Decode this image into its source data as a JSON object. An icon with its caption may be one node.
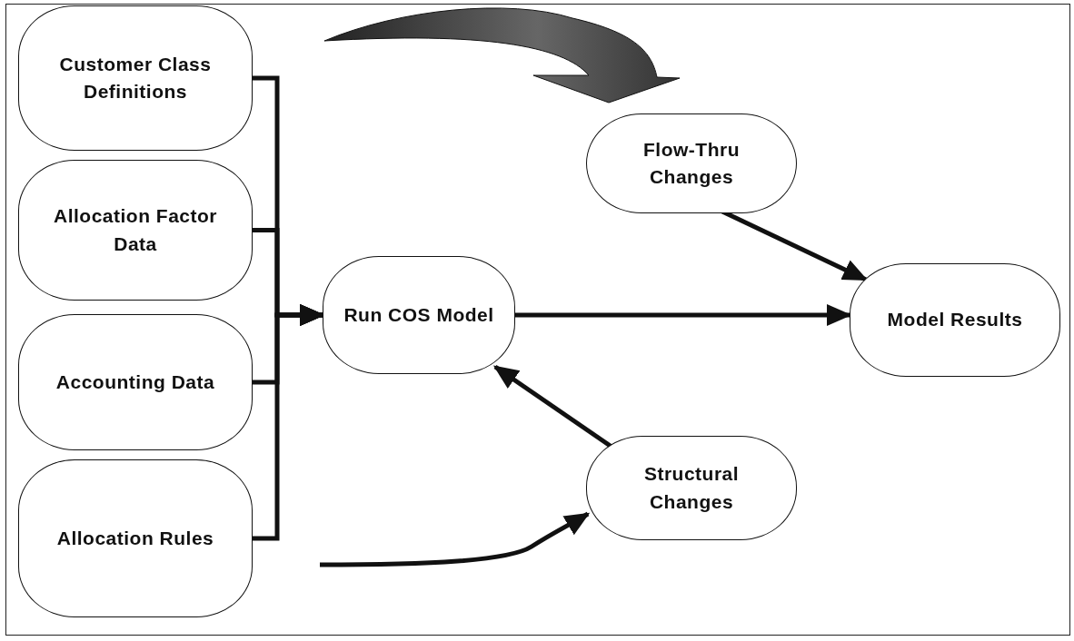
{
  "diagram": {
    "nodes": [
      {
        "text": [
          "Customer Class Definitions"
        ]
      },
      {
        "text": [
          "Allocation Factor Data"
        ]
      },
      {
        "text": [
          "Accounting Data"
        ]
      },
      {
        "text": [
          "Allocation Rules"
        ]
      },
      {
        "text": [
          "Run COS Model"
        ]
      },
      {
        "text": [
          "Flow-Thru Changes"
        ]
      },
      {
        "text": [
          "Model Results"
        ]
      },
      {
        "text": [
          "Structural Changes"
        ]
      }
    ],
    "edges": [
      {
        "from": 0,
        "to": 4,
        "arrow": "to"
      },
      {
        "from": 1,
        "to": 4,
        "arrow": "to"
      },
      {
        "from": 2,
        "to": 4,
        "arrow": "to"
      },
      {
        "from": 3,
        "to": 4,
        "arrow": "to"
      },
      {
        "from": 4,
        "to": 6,
        "arrow": "to"
      },
      {
        "from": 5,
        "to": 6,
        "arrow": "to"
      },
      {
        "from": 7,
        "to": 4,
        "arrow": "to"
      },
      {
        "from": null,
        "to": 7,
        "arrow": "to"
      },
      {
        "from": null,
        "to": 5,
        "arrow": "to"
      }
    ]
  }
}
